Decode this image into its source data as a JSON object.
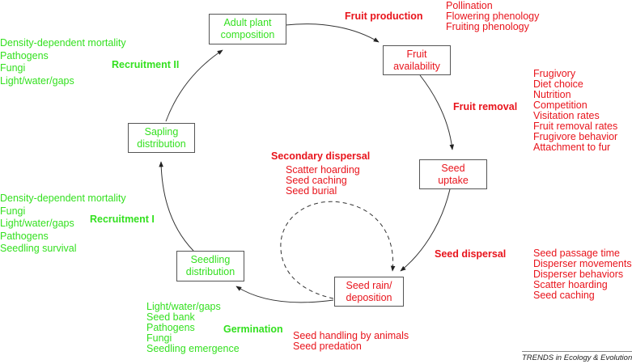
{
  "nodes": {
    "adult": "Adult plant\ncomposition",
    "fruit_availability": "Fruit\navailability",
    "seed_uptake": "Seed\nuptake",
    "seed_rain": "Seed rain/\ndeposition",
    "seedling": "Seedling\ndistribution",
    "sapling": "Sapling\ndistribution"
  },
  "processes": {
    "fruit_production": {
      "label": "Fruit production",
      "items": [
        "Pollination",
        "Flowering phenology",
        "Fruiting phenology"
      ]
    },
    "fruit_removal": {
      "label": "Fruit removal",
      "items": [
        "Frugivory",
        "Diet choice",
        "Nutrition",
        "Competition",
        "Visitation rates",
        "Fruit removal rates",
        "Frugivore behavior",
        "Attachment to fur"
      ]
    },
    "seed_dispersal": {
      "label": "Seed dispersal",
      "items": [
        "Seed passage time",
        "Disperser movements",
        "Disperser behaviors",
        "Scatter hoarding",
        "Seed caching"
      ]
    },
    "secondary_dispersal": {
      "label": "Secondary dispersal",
      "items": [
        "Scatter hoarding",
        "Seed caching",
        "Seed burial"
      ]
    },
    "germination": {
      "label": "Germination",
      "items": [
        "Light/water/gaps",
        "Seed bank",
        "Pathogens",
        "Fungi",
        "Seedling emergence"
      ],
      "animal_items": [
        "Seed handling by animals",
        "Seed predation"
      ]
    },
    "recruitment_1": {
      "label": "Recruitment I",
      "items": [
        "Density-dependent mortality",
        "Fungi",
        "Light/water/gaps",
        "Pathogens",
        "Seedling survival"
      ]
    },
    "recruitment_2": {
      "label": "Recruitment II",
      "items": [
        "Density-dependent mortality",
        "Pathogens",
        "Fungi",
        "Light/water/gaps"
      ]
    }
  },
  "colors": {
    "plant": "#33e01f",
    "animal": "#e8141c"
  },
  "credit": "TRENDS in Ecology & Evolution"
}
